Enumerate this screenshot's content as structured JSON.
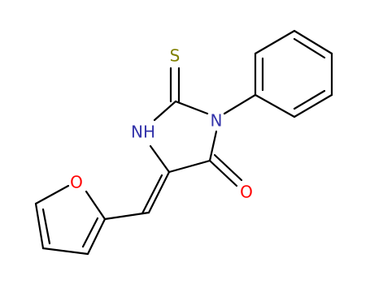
{
  "molecule": {
    "atoms": {
      "sulfur": {
        "label": "S",
        "color": "#808000"
      },
      "nitrogen_ring": {
        "label": "N",
        "color": "#3333aa"
      },
      "nitrogen_nh": {
        "label": "NH",
        "color": "#3333aa"
      },
      "oxygen_carbonyl": {
        "label": "O",
        "color": "#ff0000"
      },
      "oxygen_furan": {
        "label": "O",
        "color": "#ff0000"
      }
    },
    "bond_color": "#000000"
  }
}
